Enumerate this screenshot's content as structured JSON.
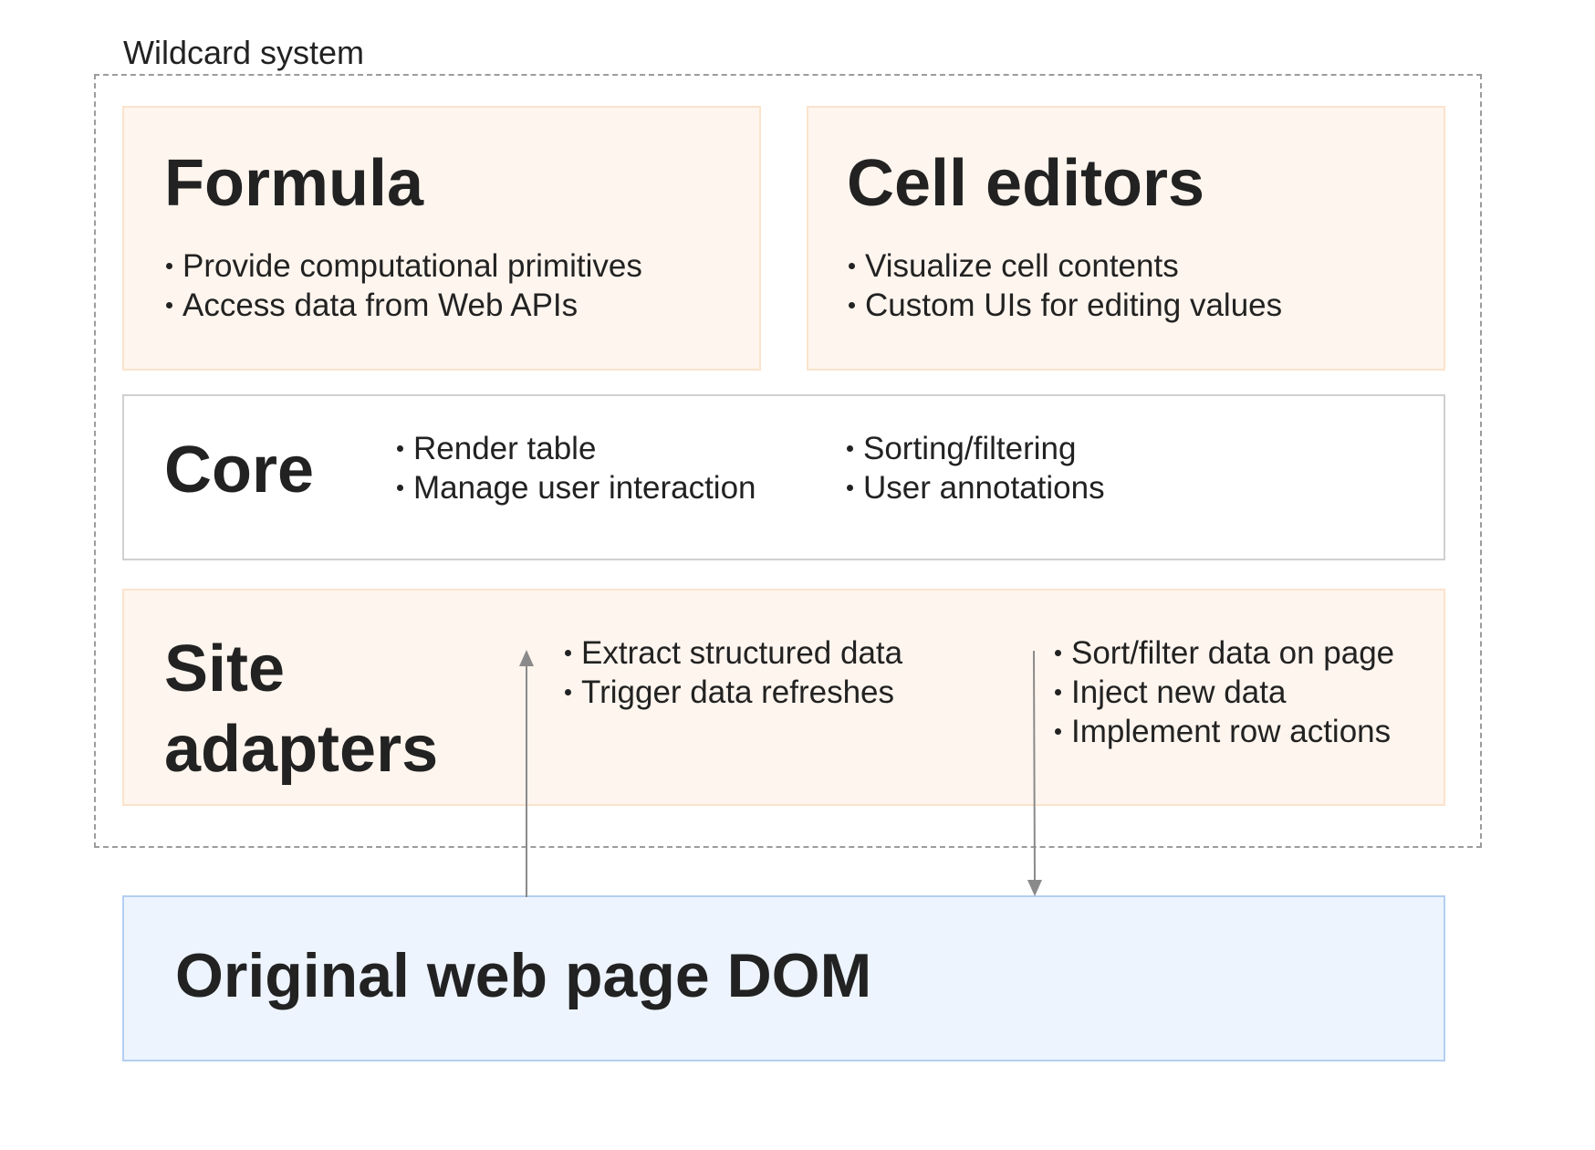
{
  "system": {
    "label": "Wildcard system"
  },
  "formula": {
    "title": "Formula",
    "bullets": [
      "Provide computational primitives",
      "Access data from Web APIs"
    ]
  },
  "cell_editors": {
    "title": "Cell editors",
    "bullets": [
      "Visualize cell contents",
      "Custom UIs for editing values"
    ]
  },
  "core": {
    "title": "Core",
    "bullets_left": [
      "Render table",
      "Manage user interaction"
    ],
    "bullets_right": [
      "Sorting/filtering",
      "User annotations"
    ]
  },
  "site_adapters": {
    "title_line1": "Site",
    "title_line2": "adapters",
    "bullets_left": [
      "Extract structured data",
      "Trigger data refreshes"
    ],
    "bullets_right": [
      "Sort/filter data on page",
      "Inject new data",
      "Implement row actions"
    ]
  },
  "dom": {
    "title": "Original web page DOM"
  },
  "colors": {
    "layer_orange_fill": "#fef5ee",
    "layer_orange_border": "#fbe3cc",
    "layer_blue_fill": "#edf4fe",
    "layer_blue_border": "#b3cff0",
    "arrow": "#8a8a8a"
  }
}
